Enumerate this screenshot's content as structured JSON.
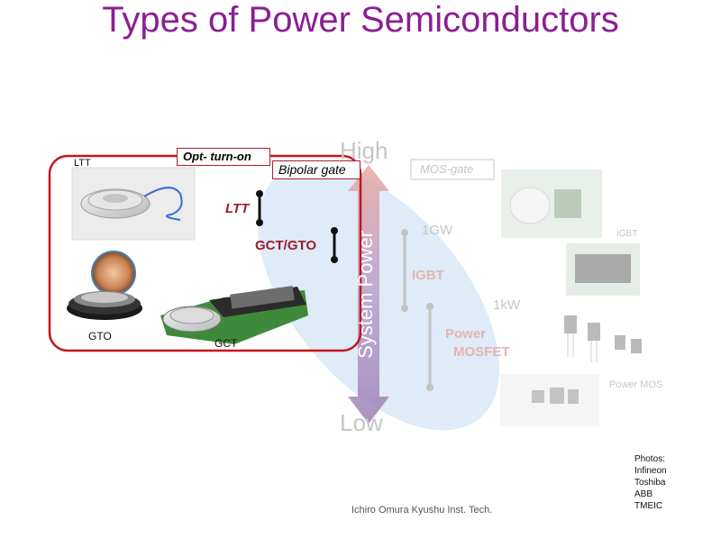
{
  "title": "Types of Power Semiconductors",
  "axis": {
    "high": "High",
    "low": "Low",
    "label": "System Power"
  },
  "left_group": {
    "opt_turn_on": "Opt- turn-on",
    "bipolar_gate": "Bipolar gate",
    "ltt_photo_label": "LTT",
    "gto_photo_label": "GTO",
    "gct_photo_label": "GCT",
    "ltt_range_label": "LTT",
    "gct_gto_range_label": "GCT/GTO"
  },
  "right_group": {
    "mos_gate": "MOS-gate",
    "level_1gw": "1GW",
    "level_1kw": "1kW",
    "igbt_range_label": "IGBT",
    "power_mosfet_line1": "Power",
    "power_mosfet_line2": "MOSFET",
    "igbt_photo_label": "IGBT",
    "power_mos_photo_label": "Power MOS"
  },
  "credits": {
    "heading": "Photos:",
    "sources": [
      "Infineon",
      "Toshiba",
      "ABB",
      "TMEIC"
    ]
  },
  "author": "Ichiro Omura Kyushu Inst. Tech.",
  "colors": {
    "title": "#8b1f93",
    "box_border": "#c4161c",
    "range_text": "#9b1c2c",
    "ellipse": "#cfe3f3",
    "arrow": "#a58bb8"
  }
}
